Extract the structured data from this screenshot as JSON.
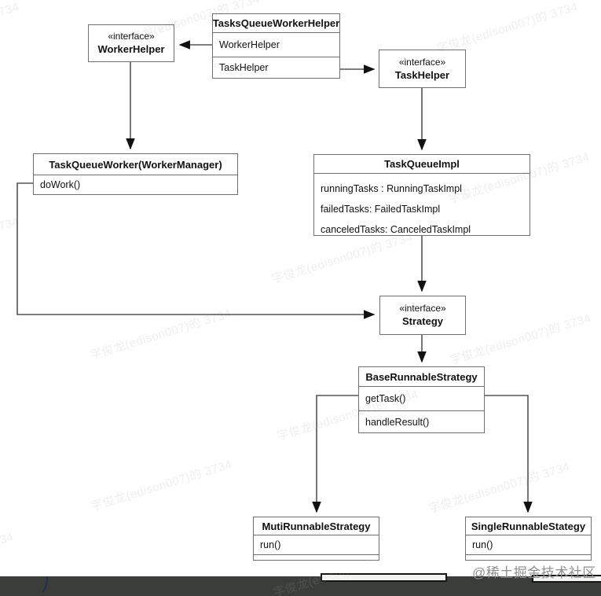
{
  "diagram": {
    "boxes": {
      "worker_helper": {
        "stereotype": "«interface»",
        "name": "WorkerHelper"
      },
      "tasks_queue_worker_helper": {
        "name": "TasksQueueWorkerHelper",
        "fields": [
          "WorkerHelper",
          "TaskHelper"
        ]
      },
      "task_helper": {
        "stereotype": "«interface»",
        "name": "TaskHelper"
      },
      "task_queue_worker": {
        "name": "TaskQueueWorker(WorkerManager)",
        "methods": [
          "doWork()"
        ]
      },
      "task_queue_impl": {
        "name": "TaskQueueImpl",
        "attributes": [
          "runningTasks : RunningTaskImpl",
          "failedTasks: FailedTaskImpl",
          "canceledTasks: CanceledTaskImpl"
        ]
      },
      "strategy": {
        "stereotype": "«interface»",
        "name": "Strategy"
      },
      "base_runnable_strategy": {
        "name": "BaseRunnableStrategy",
        "methods": [
          "getTask()",
          "handleResult()"
        ]
      },
      "muti_runnable_strategy": {
        "name": "MutiRunnableStrategy",
        "methods": [
          "run()"
        ]
      },
      "single_runnable_stategy": {
        "name": "SingleRunnableStategy",
        "methods": [
          "run()"
        ]
      }
    },
    "watermark_text": "字俊龙(edison007)的 3734",
    "credit_text": "@稀土掘金技术社区",
    "colors": {
      "box_border": "#6f6f6f",
      "connector": "#555555",
      "arrowhead": "#111111",
      "bottom_bar": "#3a3d39",
      "credit": "#8f8f8f"
    }
  }
}
